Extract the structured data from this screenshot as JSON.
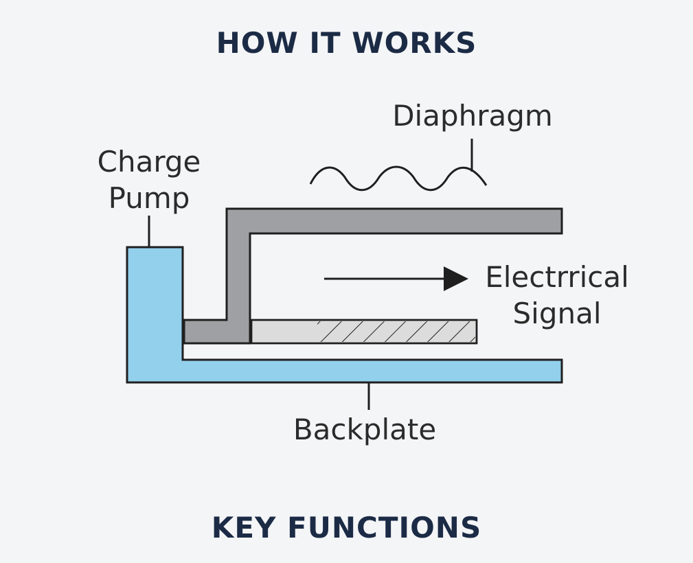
{
  "headings": {
    "how_it_works": "HOW IT WORKS",
    "key_functions": "KEY FUNCTIONS"
  },
  "labels": {
    "diaphragm": "Diaphragm",
    "charge_pump_line1": "Charge",
    "charge_pump_line2": "Pump",
    "signal_line1": "Electrrical",
    "signal_line2": "Signal",
    "backplate": "Backplate"
  },
  "colors": {
    "background": "#f4f5f7",
    "heading": "#1c2b45",
    "label": "#2b2b2b",
    "backplate_blue": "#93d0ec",
    "diaphragm_gray": "#9ea0a3",
    "plate_light_gray": "#dcdcdc",
    "stroke": "#1f1f1f"
  }
}
